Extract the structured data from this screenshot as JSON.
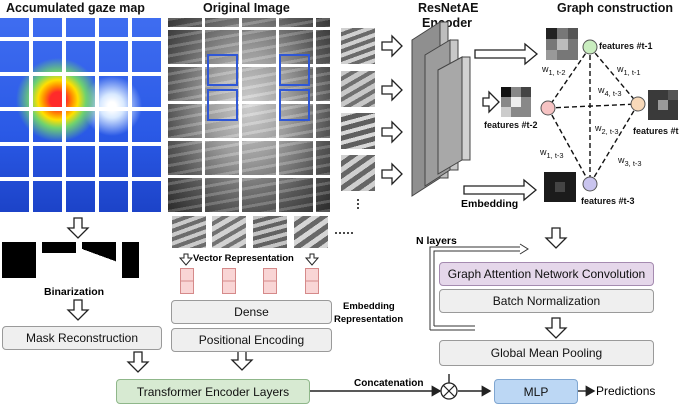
{
  "headers": {
    "gaze": "Accumulated gaze map",
    "original": "Original Image",
    "encoder_line1": "ResNetAE",
    "encoder_line2": "Encoder",
    "graph": "Graph construction"
  },
  "labels": {
    "binarization": "Binarization",
    "vector_rep": "Vector Representation",
    "embedding_rep_line1": "Embedding",
    "embedding_rep_line2": "Representation",
    "embedding": "Embedding",
    "n_layers": "N layers",
    "concatenation": "Concatenation",
    "predictions": "Predictions"
  },
  "boxes": {
    "mask_reconstruction": "Mask Reconstruction",
    "dense": "Dense",
    "positional_encoding": "Positional Encoding",
    "transformer": "Transformer Encoder Layers",
    "gat": "Graph Attention Network Convolution",
    "batch_norm": "Batch Normalization",
    "global_pool": "Global Mean Pooling",
    "mlp": "MLP"
  },
  "graph": {
    "nodes": {
      "t1": "features #t-1",
      "t2": "features #t-2",
      "t": "features #t",
      "t3": "features #t-3"
    },
    "edges": {
      "w1_t2": "w1, t-2",
      "w1_t1": "w1, t-1",
      "w4_t3": "w4, t-3",
      "w2_t3": "w2, t-3",
      "w1_t3": "w1, t-3",
      "w3_t3": "w3, t-3"
    }
  },
  "colors": {
    "node_t1": "#c9edbf",
    "node_t2": "#f6c3c3",
    "node_t": "#f8d9b9",
    "node_t3": "#c9c4ee",
    "transformer": "#d7ead2",
    "mlp": "#bcd7f4",
    "gat": "#e5d7ea"
  },
  "icons": {
    "ellipsis_right": "dotted-ellipsis",
    "concat_symbol": "circle-cross"
  }
}
